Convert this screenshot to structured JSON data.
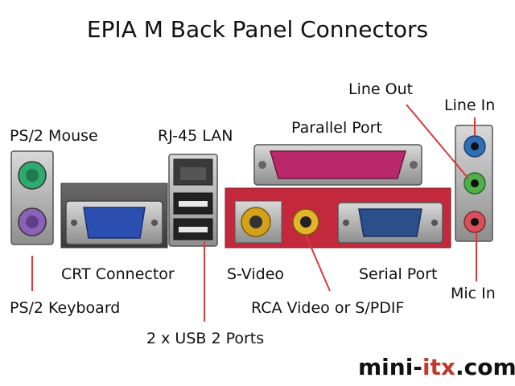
{
  "title": "EPIA M Back Panel Connectors",
  "labels": {
    "ps2_mouse": "PS/2 Mouse",
    "rj45_lan": "RJ-45 LAN",
    "parallel_port": "Parallel Port",
    "line_out": "Line Out",
    "line_in": "Line In",
    "crt_connector": "CRT Connector",
    "s_video": "S-Video",
    "serial_port": "Serial Port",
    "mic_in": "Mic In",
    "ps2_keyboard": "PS/2 Keyboard",
    "rca_video": "RCA Video or S/PDIF",
    "usb_ports": "2 x USB 2 Ports"
  },
  "brand": {
    "prefix": "mini-",
    "accent": "itx",
    "suffix": ".com"
  },
  "colors": {
    "ps2_mouse": "#2eaa6e",
    "ps2_keyboard": "#8a63b8",
    "vga": "#2b4fb0",
    "parallel": "#b8286a",
    "s_video": "#d4a21a",
    "rca": "#e3b52a",
    "serial": "#2a4f8a",
    "line_in_jack": "#2f6fb6",
    "line_out_jack": "#4fb04a",
    "mic_jack": "#d8505a",
    "pcb_red": "#c4283c",
    "metal": "#8c8c8c"
  }
}
